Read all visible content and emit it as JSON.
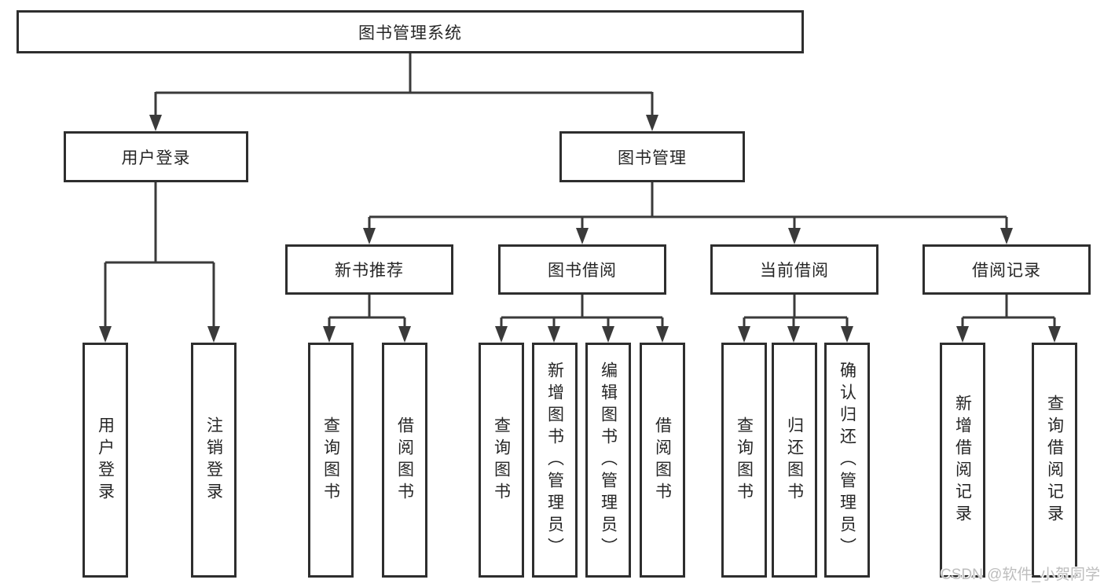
{
  "watermark": "CSDN @软件_小贺同学",
  "colors": {
    "background": "#ffffff",
    "line": "#3a3a3a",
    "box_border": "#2e2e2e",
    "text": "#262626",
    "watermark": "#bdbdbd"
  },
  "tree": {
    "root": "图书管理系统",
    "branches": [
      {
        "label": "用户登录",
        "children": [
          "用户登录",
          "注销登录"
        ]
      },
      {
        "label": "图书管理",
        "children": [
          {
            "label": "新书推荐",
            "children": [
              "查询图书",
              "借阅图书"
            ]
          },
          {
            "label": "图书借阅",
            "children": [
              "查询图书",
              "新增图书（管理员）",
              "编辑图书（管理员）",
              "借阅图书"
            ]
          },
          {
            "label": "当前借阅",
            "children": [
              "查询图书",
              "归还图书",
              "确认归还（管理员）"
            ]
          },
          {
            "label": "借阅记录",
            "children": [
              "新增借阅记录",
              "查询借阅记录"
            ]
          }
        ]
      }
    ]
  }
}
